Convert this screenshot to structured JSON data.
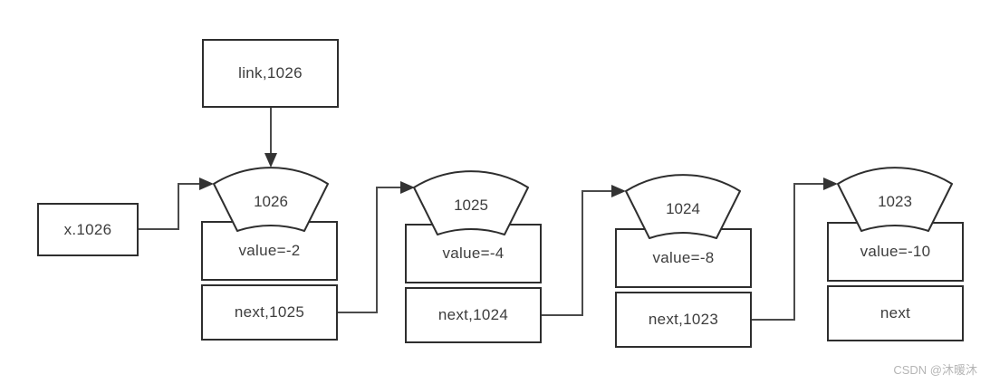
{
  "diagram": {
    "head_pointer_box": "link,1026",
    "variable_box": "x.1026",
    "nodes": [
      {
        "address": "1026",
        "value": "value=-2",
        "next": "next,1025"
      },
      {
        "address": "1025",
        "value": "value=-4",
        "next": "next,1024"
      },
      {
        "address": "1024",
        "value": "value=-8",
        "next": "next,1023"
      },
      {
        "address": "1023",
        "value": "value=-10",
        "next": "next"
      }
    ]
  },
  "watermark": "CSDN @沐暖沐",
  "colors": {
    "box_border": "#2e2e2e",
    "connector": "#4a4a4a",
    "arrowhead": "#333333",
    "text": "#3d3d3d",
    "watermark": "#b5b5b5",
    "background": "#ffffff"
  }
}
